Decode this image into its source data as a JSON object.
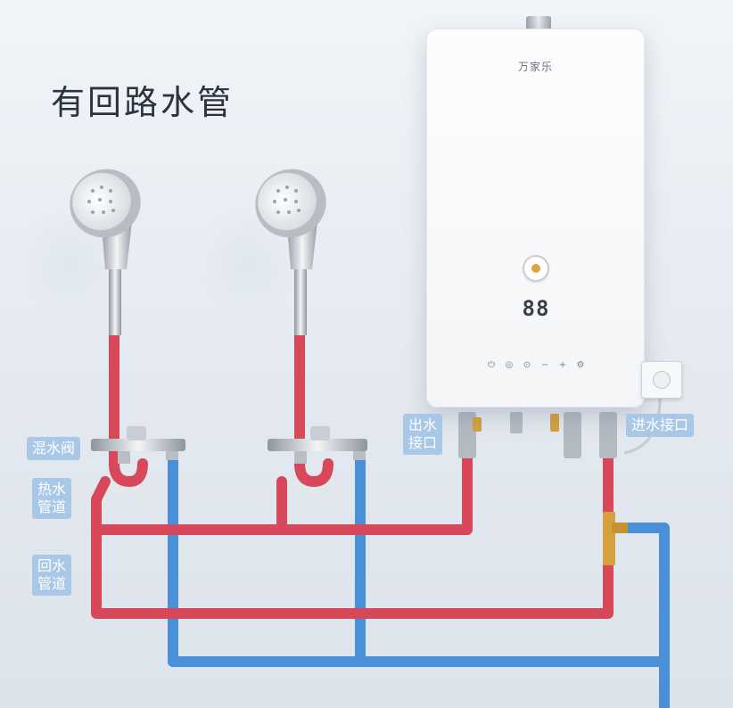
{
  "title": "有回路水管",
  "heater": {
    "brand": "万家乐",
    "display": "88",
    "control_icons": [
      "⏻",
      "◎",
      "⊙",
      "−",
      "+",
      "⚙"
    ]
  },
  "labels": {
    "mixing_valve": "混水阀",
    "hot_water_pipe": [
      "热水",
      "管道"
    ],
    "return_water_pipe": [
      "回水",
      "管道"
    ],
    "water_outlet": [
      "出水",
      "接口"
    ],
    "water_inlet": "进水接口"
  },
  "colors": {
    "hot_pipe": "#d6485a",
    "cold_pipe": "#4a90d9",
    "tag": "#a9c7e6"
  }
}
